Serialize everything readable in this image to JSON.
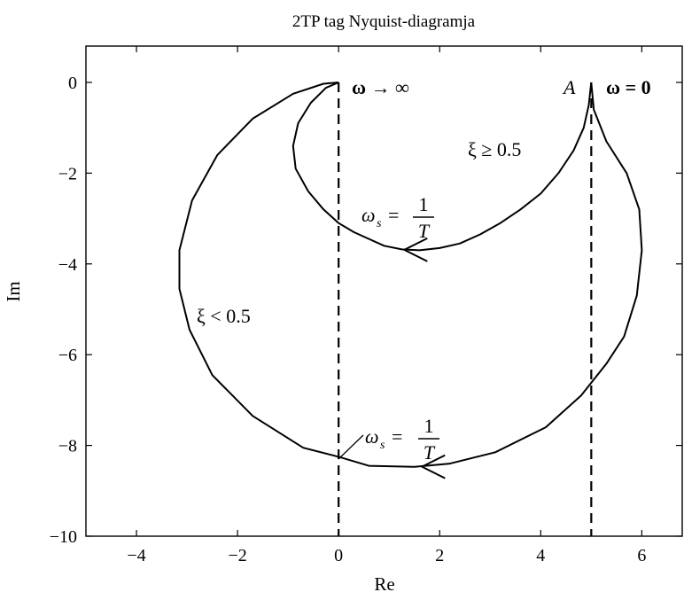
{
  "chart_data": {
    "type": "line",
    "title": "2TP tag Nyquist-diagramja",
    "xlabel": "Re",
    "ylabel": "Im",
    "xlim": [
      -5,
      6.8
    ],
    "ylim": [
      -10,
      0.8
    ],
    "xticks": [
      -4,
      -2,
      0,
      2,
      4,
      6
    ],
    "yticks": [
      0,
      -2,
      -4,
      -6,
      -8,
      -10
    ],
    "xtick_labels": [
      "−4",
      "−2",
      "0",
      "2",
      "4",
      "6"
    ],
    "ytick_labels": [
      "0",
      "−2",
      "−4",
      "−6",
      "−8",
      "−10"
    ],
    "grid": false,
    "series": [
      {
        "name": "ξ ≥ 0.5",
        "x": [
          5.0,
          4.95,
          4.85,
          4.65,
          4.35,
          4.0,
          3.6,
          3.2,
          2.8,
          2.4,
          2.0,
          1.6,
          1.25,
          0.9,
          0.6,
          0.3,
          0.0,
          -0.3,
          -0.6,
          -0.85,
          -0.9,
          -0.8,
          -0.55,
          -0.25,
          0.0
        ],
        "y": [
          0.0,
          -0.5,
          -1.0,
          -1.5,
          -2.0,
          -2.45,
          -2.8,
          -3.1,
          -3.35,
          -3.55,
          -3.65,
          -3.7,
          -3.68,
          -3.6,
          -3.45,
          -3.3,
          -3.1,
          -2.8,
          -2.4,
          -1.9,
          -1.4,
          -0.9,
          -0.45,
          -0.12,
          0.0
        ]
      },
      {
        "name": "ξ < 0.5",
        "x": [
          5.0,
          5.05,
          5.3,
          5.7,
          5.95,
          6.0,
          5.9,
          5.65,
          5.3,
          4.8,
          4.1,
          3.1,
          2.2,
          1.5,
          0.6,
          0.0,
          -0.7,
          -1.7,
          -2.5,
          -2.95,
          -3.15,
          -3.15,
          -2.9,
          -2.4,
          -1.7,
          -0.9,
          -0.3,
          0.0
        ],
        "y": [
          0.0,
          -0.6,
          -1.3,
          -2.0,
          -2.8,
          -3.7,
          -4.7,
          -5.6,
          -6.2,
          -6.9,
          -7.6,
          -8.15,
          -8.4,
          -8.47,
          -8.45,
          -8.25,
          -8.05,
          -7.35,
          -6.45,
          -5.45,
          -4.55,
          -3.7,
          -2.6,
          -1.6,
          -0.8,
          -0.25,
          -0.03,
          0.0
        ]
      }
    ],
    "reference_lines": [
      {
        "x": 0,
        "style": "dashed"
      },
      {
        "x": 5,
        "style": "dashed"
      }
    ],
    "annotations": {
      "point_a": "A",
      "omega_zero": "ω = 0",
      "omega_inf": "ω → ∞",
      "xi_ge": "ξ ≥ 0.5",
      "xi_lt": "ξ < 0.5",
      "ws_upper_lhs": "ω",
      "ws_upper_sub": "s",
      "ws_upper_eq": "=",
      "ws_upper_num": "1",
      "ws_upper_den": "T",
      "ws_lower_lhs": "ω",
      "ws_lower_sub": "s",
      "ws_lower_eq": "=",
      "ws_lower_num": "1",
      "ws_lower_den": "T"
    }
  }
}
